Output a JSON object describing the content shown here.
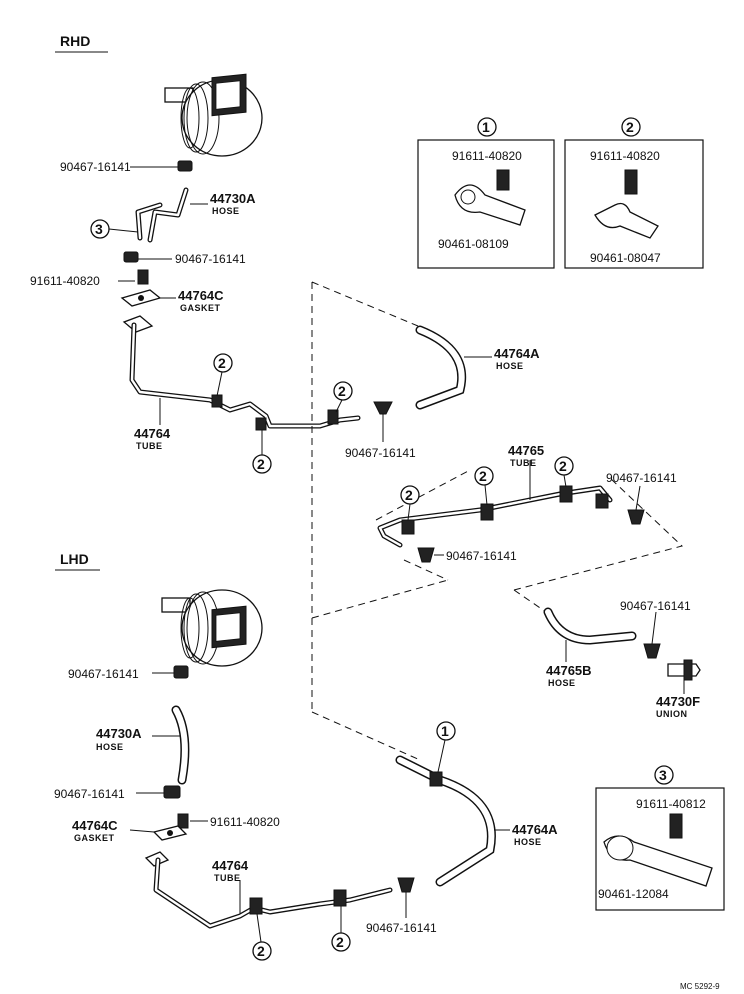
{
  "sections": {
    "rhd": "RHD",
    "lhd": "LHD"
  },
  "callouts": {
    "c1": "1",
    "c2": "2",
    "c3": "3"
  },
  "detail_boxes": {
    "box1": {
      "num": "1",
      "bolt": "91611-40820",
      "clamp": "90461-08109"
    },
    "box2": {
      "num": "2",
      "bolt": "91611-40820",
      "clamp": "90461-08047"
    },
    "box3": {
      "num": "3",
      "bolt": "91611-40812",
      "clamp": "90461-12084"
    }
  },
  "rhd": {
    "clip_top": "90467-16141",
    "hose_a": {
      "pn": "44730A",
      "sub": "HOSE"
    },
    "clip_mid": "90467-16141",
    "bolt": "91611-40820",
    "gasket": {
      "pn": "44764C",
      "sub": "GASKET"
    },
    "tube": {
      "pn": "44764",
      "sub": "TUBE"
    },
    "hose_b": {
      "pn": "44764A",
      "sub": "HOSE"
    },
    "clip_right": "90467-16141"
  },
  "center": {
    "tube": {
      "pn": "44765",
      "sub": "TUBE"
    },
    "clip_a": "90467-16141",
    "clip_b": "90467-16141",
    "clip_c": "90467-16141",
    "hose": {
      "pn": "44765B",
      "sub": "HOSE"
    },
    "union": {
      "pn": "44730F",
      "sub": "UNION"
    }
  },
  "lhd": {
    "clip_top": "90467-16141",
    "hose_a": {
      "pn": "44730A",
      "sub": "HOSE"
    },
    "clip_mid": "90467-16141",
    "bolt": "91611-40820",
    "gasket": {
      "pn": "44764C",
      "sub": "GASKET"
    },
    "tube": {
      "pn": "44764",
      "sub": "TUBE"
    },
    "hose_b": {
      "pn": "44764A",
      "sub": "HOSE"
    },
    "clip_bottom": "90467-16141"
  },
  "drawing_code": "MC 5292-9"
}
